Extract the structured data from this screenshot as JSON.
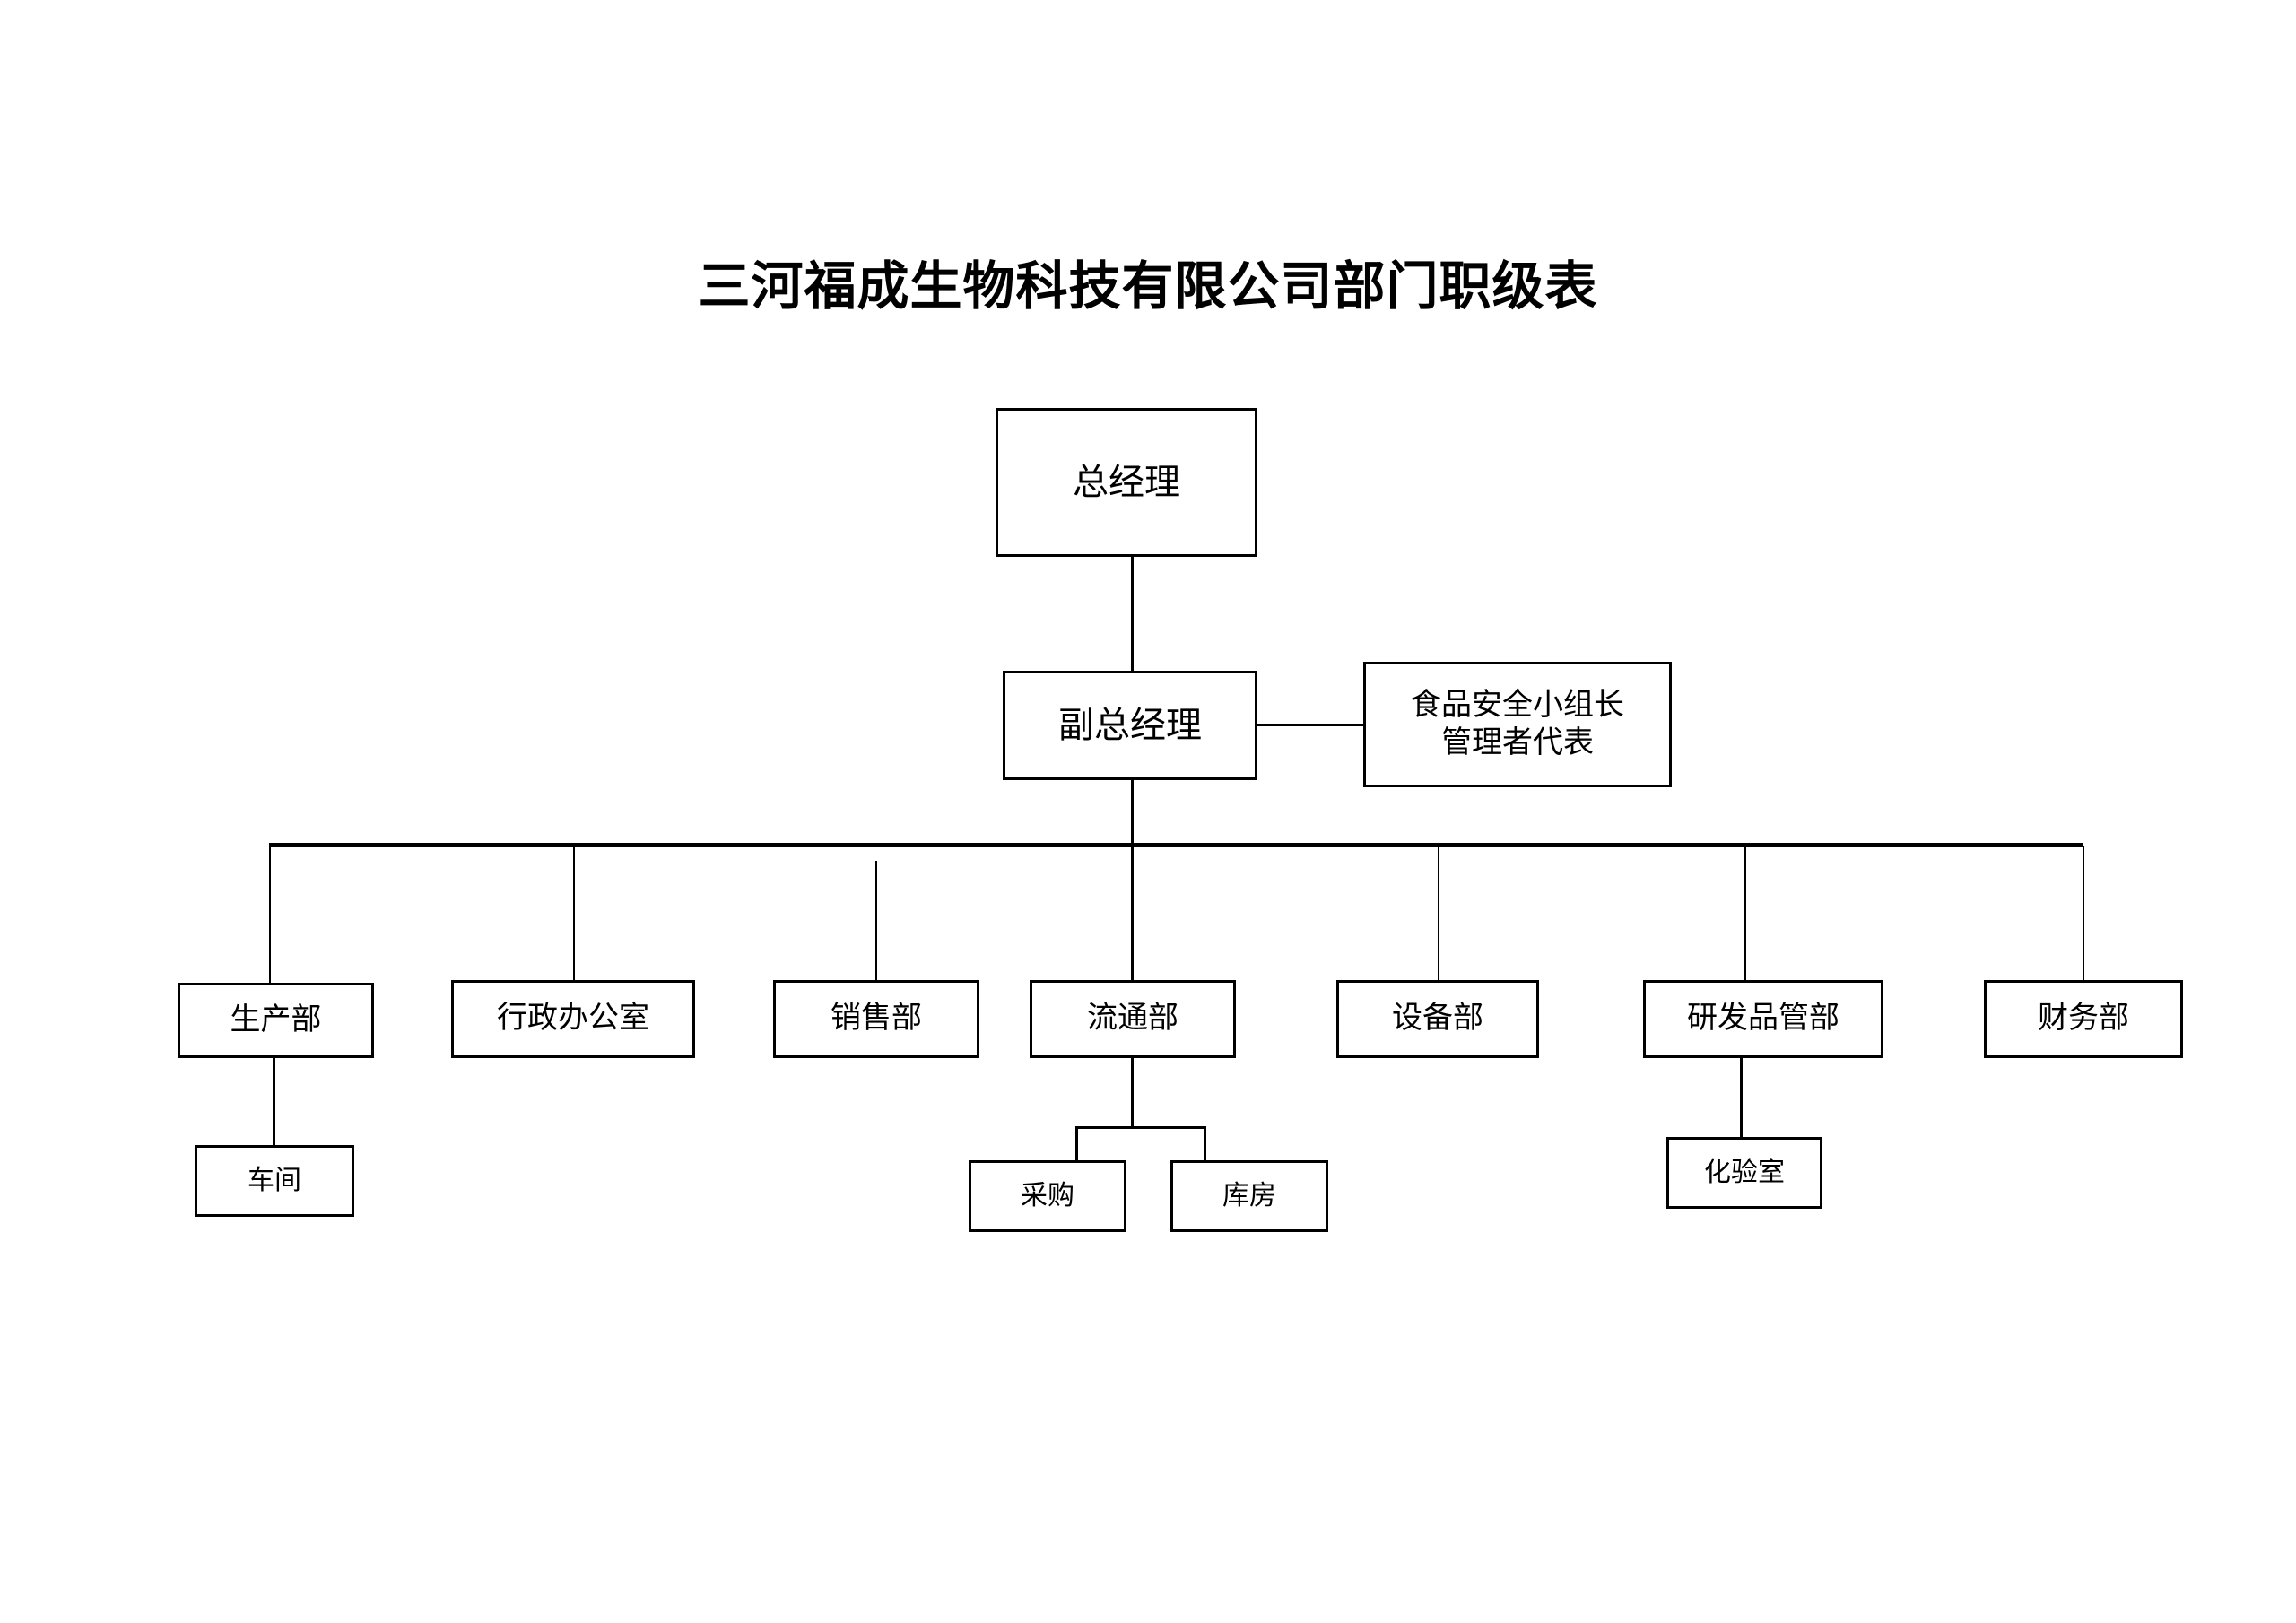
{
  "document": {
    "title": "三河福成生物科技有限公司部门职级表",
    "kind": "organization-chart",
    "background_color": "#ffffff",
    "line_color": "#000000",
    "text_color": "#000000"
  },
  "chart_data": {
    "type": "org-chart",
    "title": "三河福成生物科技有限公司部门职级表",
    "levels": [
      {
        "level": 1,
        "nodes": [
          "总经理"
        ]
      },
      {
        "level": 2,
        "nodes": [
          "副总经理",
          "食品安全小组长\n管理者代表"
        ]
      },
      {
        "level": 3,
        "nodes": [
          "生产部",
          "行政办公室",
          "销售部",
          "流通部",
          "设备部",
          "研发品管部",
          "财务部"
        ]
      },
      {
        "level": 4,
        "nodes": [
          "车间",
          "采购",
          "库房",
          "化验室"
        ]
      }
    ],
    "edges": [
      {
        "from": "总经理",
        "to": "副总经理"
      },
      {
        "from": "副总经理",
        "to": "食品安全小组长管理者代表",
        "style": "lateral"
      },
      {
        "from": "副总经理",
        "to": "生产部"
      },
      {
        "from": "副总经理",
        "to": "行政办公室"
      },
      {
        "from": "副总经理",
        "to": "销售部"
      },
      {
        "from": "副总经理",
        "to": "流通部"
      },
      {
        "from": "副总经理",
        "to": "设备部"
      },
      {
        "from": "副总经理",
        "to": "研发品管部"
      },
      {
        "from": "副总经理",
        "to": "财务部"
      },
      {
        "from": "生产部",
        "to": "车间"
      },
      {
        "from": "流通部",
        "to": "采购"
      },
      {
        "from": "流通部",
        "to": "库房"
      },
      {
        "from": "研发品管部",
        "to": "化验室"
      }
    ]
  },
  "nodes": {
    "general_manager": {
      "label": "总经理"
    },
    "deputy_general_manager": {
      "label": "副总经理"
    },
    "food_safety_lead": {
      "label": "食品安全小组长\n管理者代表"
    },
    "production_dept": {
      "label": "生产部"
    },
    "admin_office": {
      "label": "行政办公室"
    },
    "sales_dept": {
      "label": "销售部"
    },
    "distribution_dept": {
      "label": "流通部"
    },
    "equipment_dept": {
      "label": "设备部"
    },
    "rd_quality_dept": {
      "label": "研发品管部"
    },
    "finance_dept": {
      "label": "财务部"
    },
    "workshop": {
      "label": "车间"
    },
    "procurement": {
      "label": "采购"
    },
    "warehouse": {
      "label": "库房"
    },
    "laboratory": {
      "label": "化验室"
    }
  }
}
